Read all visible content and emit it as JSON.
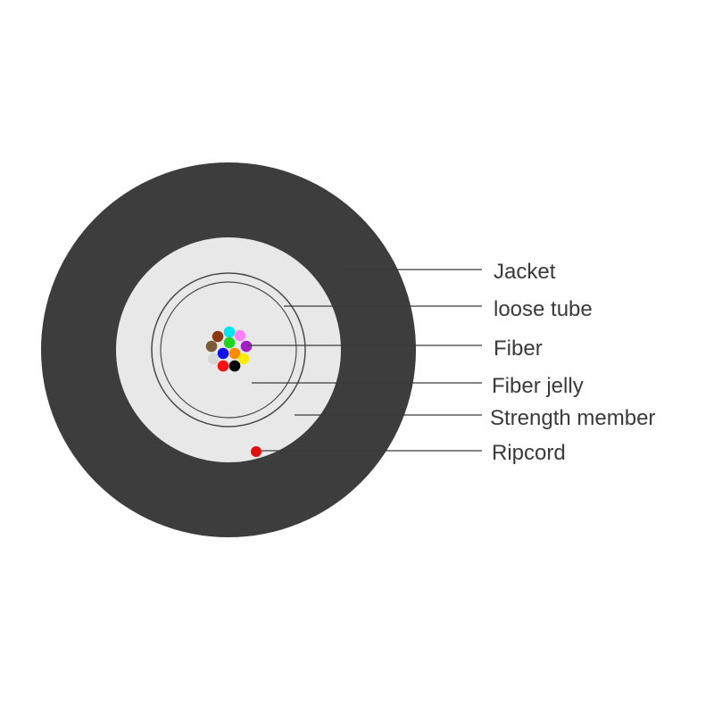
{
  "colors": {
    "jacket": "#3d3d3d",
    "strength_member": "#e8e8e8",
    "loose_tube_fill": "#ffffff",
    "tube_outline": "#4a4a4a",
    "leader_line": "#3a3a3a",
    "ripcord": "#e01010"
  },
  "fiber_colors": [
    "#00e5ee",
    "#ff80ff",
    "#8b3a10",
    "#1fd61f",
    "#7b5a3a",
    "#1010e8",
    "#ff8a00",
    "#a020c8",
    "#d8d8d8",
    "#ff1010",
    "#000000",
    "#ffee00"
  ],
  "labels": {
    "jacket": "Jacket",
    "loose_tube": "loose tube",
    "fiber": "Fiber",
    "fiber_jelly": "Fiber jelly",
    "strength_member": "Strength member",
    "ripcord": "Ripcord"
  }
}
